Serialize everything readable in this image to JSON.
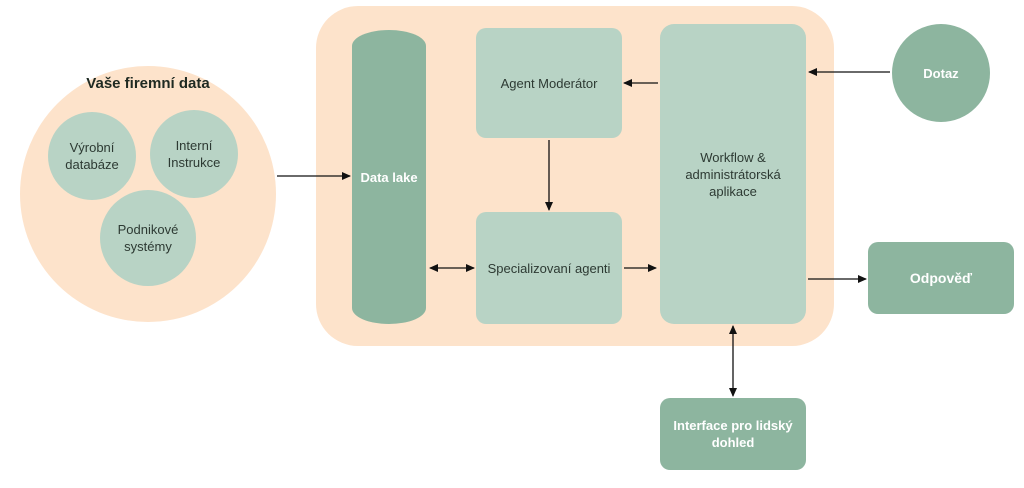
{
  "company_data": {
    "title": "Vaše firemní data",
    "sources": [
      {
        "label": "Výrobní databáze"
      },
      {
        "label": "Interní Instrukce"
      },
      {
        "label": "Podnikové systémy"
      }
    ]
  },
  "pipeline": {
    "data_lake": "Data lake",
    "agent_moderator": "Agent Moderátor",
    "specialized_agents": "Specializovaní agenti",
    "workflow_app": "Workflow & administrátorská aplikace"
  },
  "io": {
    "query": "Dotaz",
    "response": "Odpověď",
    "human_interface": "Interface pro lidský dohled"
  },
  "colors": {
    "peach": "#fde3cb",
    "light_green": "#b8d3c5",
    "dark_green": "#8db59f",
    "arrow": "#111111"
  }
}
